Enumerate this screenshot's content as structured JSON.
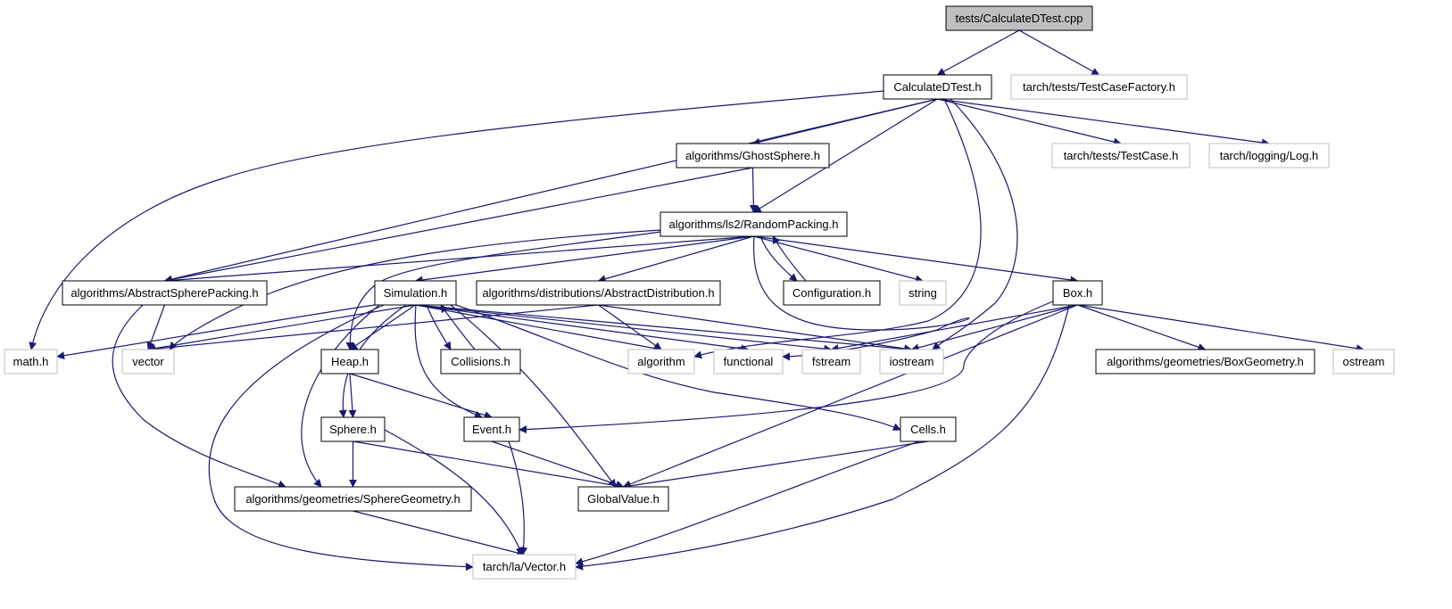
{
  "colors": {
    "edge": "#191970",
    "node_border": "#000000",
    "ext_border": "#bfbfbf",
    "root_fill": "#bfbfbf",
    "fill": "#ffffff"
  },
  "nodes": [
    {
      "id": "root",
      "label": "tests/CalculateDTest.cpp",
      "style": "root"
    },
    {
      "id": "calcd",
      "label": "CalculateDTest.h",
      "style": "normal"
    },
    {
      "id": "tcfactory",
      "label": "tarch/tests/TestCaseFactory.h",
      "style": "ext"
    },
    {
      "id": "ghost",
      "label": "algorithms/GhostSphere.h",
      "style": "normal"
    },
    {
      "id": "testcase",
      "label": "tarch/tests/TestCase.h",
      "style": "ext"
    },
    {
      "id": "log",
      "label": "tarch/logging/Log.h",
      "style": "ext"
    },
    {
      "id": "rp",
      "label": "algorithms/ls2/RandomPacking.h",
      "style": "normal"
    },
    {
      "id": "asp",
      "label": "algorithms/AbstractSpherePacking.h",
      "style": "normal"
    },
    {
      "id": "sim",
      "label": "Simulation.h",
      "style": "normal"
    },
    {
      "id": "adist",
      "label": "algorithms/distributions/AbstractDistribution.h",
      "style": "normal"
    },
    {
      "id": "config",
      "label": "Configuration.h",
      "style": "normal"
    },
    {
      "id": "string",
      "label": "string",
      "style": "ext"
    },
    {
      "id": "box",
      "label": "Box.h",
      "style": "normal"
    },
    {
      "id": "math",
      "label": "math.h",
      "style": "ext"
    },
    {
      "id": "vector",
      "label": "vector",
      "style": "ext"
    },
    {
      "id": "heap",
      "label": "Heap.h",
      "style": "normal"
    },
    {
      "id": "coll",
      "label": "Collisions.h",
      "style": "normal"
    },
    {
      "id": "algorithm",
      "label": "algorithm",
      "style": "ext"
    },
    {
      "id": "functional",
      "label": "functional",
      "style": "ext"
    },
    {
      "id": "fstream",
      "label": "fstream",
      "style": "ext"
    },
    {
      "id": "iostream",
      "label": "iostream",
      "style": "ext"
    },
    {
      "id": "boxgeom",
      "label": "algorithms/geometries/BoxGeometry.h",
      "style": "normal"
    },
    {
      "id": "ostream",
      "label": "ostream",
      "style": "ext"
    },
    {
      "id": "sphere",
      "label": "Sphere.h",
      "style": "normal"
    },
    {
      "id": "event",
      "label": "Event.h",
      "style": "normal"
    },
    {
      "id": "cells",
      "label": "Cells.h",
      "style": "normal"
    },
    {
      "id": "spgeom",
      "label": "algorithms/geometries/SphereGeometry.h",
      "style": "normal"
    },
    {
      "id": "gval",
      "label": "GlobalValue.h",
      "style": "normal"
    },
    {
      "id": "vec",
      "label": "tarch/la/Vector.h",
      "style": "ext"
    }
  ],
  "edges": [
    [
      "root",
      "calcd"
    ],
    [
      "root",
      "tcfactory"
    ],
    [
      "calcd",
      "math"
    ],
    [
      "calcd",
      "asp"
    ],
    [
      "calcd",
      "ghost"
    ],
    [
      "calcd",
      "rp"
    ],
    [
      "calcd",
      "testcase"
    ],
    [
      "calcd",
      "log"
    ],
    [
      "calcd",
      "algorithm"
    ],
    [
      "calcd",
      "iostream"
    ],
    [
      "ghost",
      "rp"
    ],
    [
      "ghost",
      "asp"
    ],
    [
      "rp",
      "asp"
    ],
    [
      "rp",
      "sim"
    ],
    [
      "rp",
      "adist"
    ],
    [
      "rp",
      "config"
    ],
    [
      "rp",
      "string"
    ],
    [
      "rp",
      "box"
    ],
    [
      "rp",
      "vector"
    ],
    [
      "rp",
      "heap"
    ],
    [
      "rp",
      "functional"
    ],
    [
      "config",
      "rp"
    ],
    [
      "asp",
      "vector"
    ],
    [
      "asp",
      "spgeom"
    ],
    [
      "sim",
      "math"
    ],
    [
      "sim",
      "vector"
    ],
    [
      "sim",
      "heap"
    ],
    [
      "sim",
      "coll"
    ],
    [
      "sim",
      "algorithm"
    ],
    [
      "sim",
      "functional"
    ],
    [
      "sim",
      "fstream"
    ],
    [
      "sim",
      "iostream"
    ],
    [
      "sim",
      "sphere"
    ],
    [
      "sim",
      "spgeom"
    ],
    [
      "sim",
      "event"
    ],
    [
      "sim",
      "gval"
    ],
    [
      "sim",
      "cells"
    ],
    [
      "sim",
      "vec"
    ],
    [
      "coll",
      "sim"
    ],
    [
      "adist",
      "vector"
    ],
    [
      "adist",
      "algorithm"
    ],
    [
      "adist",
      "iostream"
    ],
    [
      "box",
      "fstream"
    ],
    [
      "box",
      "iostream"
    ],
    [
      "box",
      "boxgeom"
    ],
    [
      "box",
      "ostream"
    ],
    [
      "box",
      "gval"
    ],
    [
      "box",
      "vec"
    ],
    [
      "box",
      "event"
    ],
    [
      "heap",
      "sphere"
    ],
    [
      "heap",
      "event"
    ],
    [
      "sphere",
      "spgeom"
    ],
    [
      "sphere",
      "gval"
    ],
    [
      "sphere",
      "vec"
    ],
    [
      "event",
      "gval"
    ],
    [
      "event",
      "vec"
    ],
    [
      "cells",
      "gval"
    ],
    [
      "cells",
      "vec"
    ],
    [
      "spgeom",
      "vec"
    ]
  ]
}
